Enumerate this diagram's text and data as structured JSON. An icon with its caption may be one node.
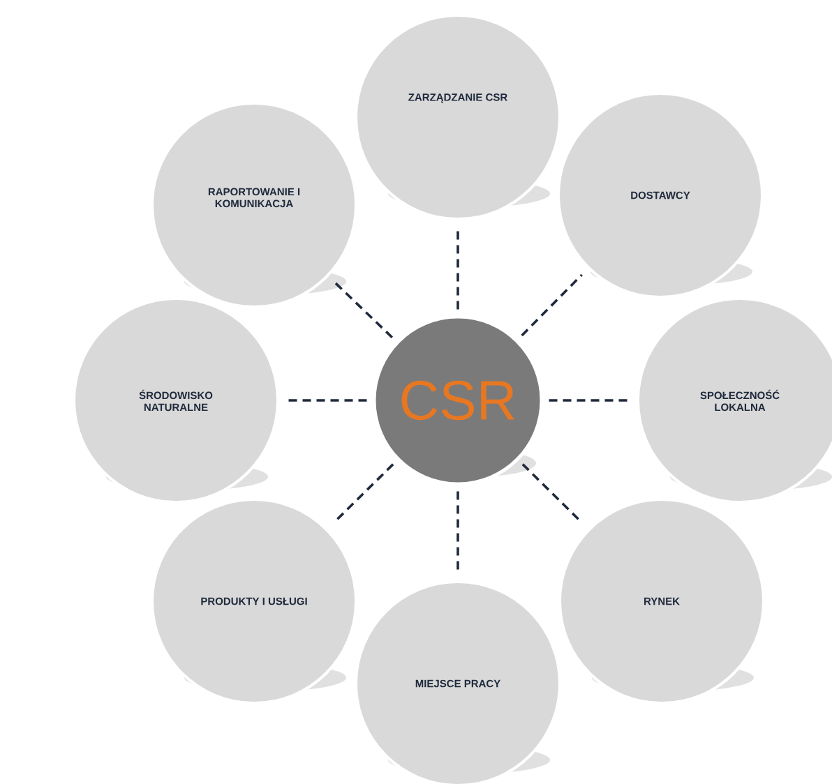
{
  "diagram": {
    "nodes": [
      {
        "text": [
          "CSR"
        ]
      },
      {
        "text": [
          "ZARZĄDZANIE CSR"
        ]
      },
      {
        "text": [
          "DOSTAWCY"
        ]
      },
      {
        "text": [
          "SPOŁECZNOŚĆ LOKALNA"
        ]
      },
      {
        "text": [
          "RYNEK"
        ]
      },
      {
        "text": [
          "MIEJSCE PRACY"
        ]
      },
      {
        "text": [
          "PRODUKTY I USŁUGI"
        ]
      },
      {
        "text": [
          "ŚRODOWISKO NATURALNE"
        ]
      },
      {
        "text": [
          "RAPORTOWANIE I KOMUNIKACJA"
        ]
      }
    ],
    "edges": [
      {
        "from": 0,
        "to": 1,
        "arrow": "none",
        "style": "dashed"
      },
      {
        "from": 0,
        "to": 2,
        "arrow": "none",
        "style": "dashed"
      },
      {
        "from": 0,
        "to": 3,
        "arrow": "none",
        "style": "dashed"
      },
      {
        "from": 0,
        "to": 4,
        "arrow": "none",
        "style": "dashed"
      },
      {
        "from": 0,
        "to": 5,
        "arrow": "none",
        "style": "dashed"
      },
      {
        "from": 0,
        "to": 6,
        "arrow": "none",
        "style": "dashed"
      },
      {
        "from": 0,
        "to": 7,
        "arrow": "none",
        "style": "dashed"
      },
      {
        "from": 0,
        "to": 8,
        "arrow": "none",
        "style": "dashed"
      }
    ]
  }
}
